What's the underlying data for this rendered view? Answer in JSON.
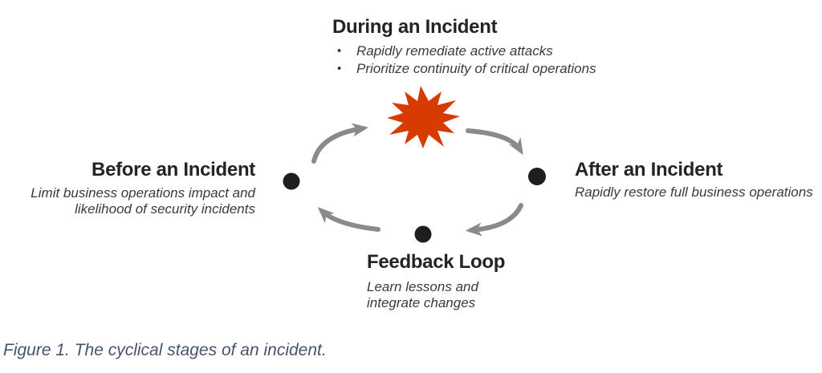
{
  "figure": {
    "caption": "Figure 1. The cyclical stages of an incident."
  },
  "stages": {
    "during": {
      "title": "During an Incident",
      "bullets": [
        "Rapidly remediate active attacks",
        "Prioritize continuity of critical operations"
      ]
    },
    "before": {
      "title": "Before an Incident",
      "lines": [
        "Limit business operations impact and",
        "likelihood of security incidents"
      ]
    },
    "after": {
      "title": "After an Incident",
      "lines": [
        "Rapidly restore full business operations"
      ]
    },
    "feedback": {
      "title": "Feedback Loop",
      "lines": [
        "Learn lessons and",
        "integrate changes"
      ]
    }
  },
  "icons": {
    "explosion": "explosion-starburst-icon",
    "nodes": [
      "cycle-node-before",
      "cycle-node-after",
      "cycle-node-feedback"
    ],
    "arrows": [
      "arrow-before-to-during",
      "arrow-during-to-after",
      "arrow-after-to-feedback",
      "arrow-feedback-to-before"
    ]
  },
  "colors": {
    "explosion": "#D83B01",
    "arrow": "#8A8A8A",
    "node": "#1E1E1E",
    "heading": "#242424",
    "body": "#3A3A3A",
    "caption": "#44546A"
  }
}
